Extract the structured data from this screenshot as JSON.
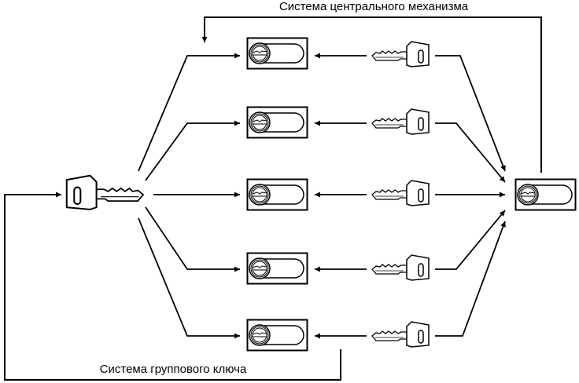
{
  "diagram": {
    "title_central": "Система центрального механизма",
    "title_group": "Система группового ключа",
    "colors": {
      "ink": "#000000",
      "background": "#ffffff"
    },
    "nodes": {
      "group_key": {
        "type": "key",
        "role": "group-key"
      },
      "locks": [
        {
          "id": "lock-1",
          "type": "lock-cylinder"
        },
        {
          "id": "lock-2",
          "type": "lock-cylinder"
        },
        {
          "id": "lock-3",
          "type": "lock-cylinder"
        },
        {
          "id": "lock-4",
          "type": "lock-cylinder"
        },
        {
          "id": "lock-5",
          "type": "lock-cylinder"
        }
      ],
      "individual_keys": [
        {
          "id": "key-1",
          "type": "key"
        },
        {
          "id": "key-2",
          "type": "key"
        },
        {
          "id": "key-3",
          "type": "key"
        },
        {
          "id": "key-4",
          "type": "key"
        },
        {
          "id": "key-5",
          "type": "key"
        }
      ],
      "central_lock": {
        "type": "lock-cylinder",
        "role": "central-mechanism"
      }
    },
    "edges": [
      {
        "from": "group_key",
        "to": "lock-1"
      },
      {
        "from": "group_key",
        "to": "lock-2"
      },
      {
        "from": "group_key",
        "to": "lock-3"
      },
      {
        "from": "group_key",
        "to": "lock-4"
      },
      {
        "from": "group_key",
        "to": "lock-5"
      },
      {
        "from": "key-1",
        "to": "lock-1"
      },
      {
        "from": "key-2",
        "to": "lock-2"
      },
      {
        "from": "key-3",
        "to": "lock-3"
      },
      {
        "from": "key-4",
        "to": "lock-4"
      },
      {
        "from": "key-5",
        "to": "lock-5"
      },
      {
        "from": "key-1",
        "to": "central_lock"
      },
      {
        "from": "key-2",
        "to": "central_lock"
      },
      {
        "from": "key-3",
        "to": "central_lock"
      },
      {
        "from": "key-4",
        "to": "central_lock"
      },
      {
        "from": "key-5",
        "to": "central_lock"
      },
      {
        "from": "central_lock",
        "to": "lock-1",
        "label": "Система центрального механизма"
      },
      {
        "from": "lock-5",
        "to": "group_key",
        "label": "Система группового ключа"
      }
    ]
  }
}
